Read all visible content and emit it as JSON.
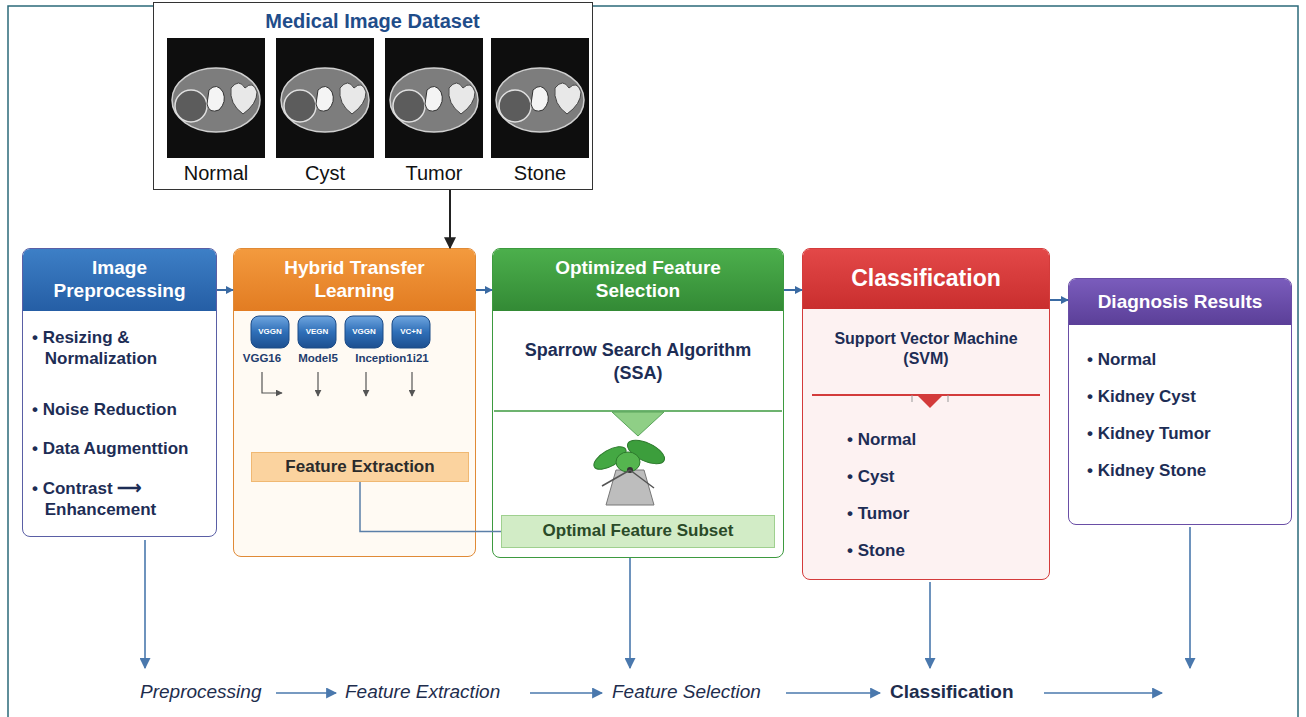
{
  "diagram": {
    "nodes": [
      {
        "text": [
          "Medical Image Dataset"
        ]
      },
      {
        "text": [
          "Image Preprocessing",
          "• Resizing & Normalization",
          "• Noise Reduction",
          "• Data Augmenttion",
          "• Contrast ⟶ Enhancement"
        ]
      },
      {
        "text": [
          "Hybrid Transfer Learning"
        ]
      },
      {
        "text": [
          "Feature Extraction"
        ],
        "in": 2
      },
      {
        "text": [
          "Optimized Feature Selection",
          "Sparrow Search Algorithm (SSA)"
        ]
      },
      {
        "text": [
          "Optimal Feature Subset"
        ],
        "in": 4
      },
      {
        "text": [
          "Classification",
          "Support Vector Machine (SVM)",
          "• Normal",
          "• Cyst",
          "• Tumor",
          "• Stone"
        ]
      },
      {
        "text": [
          "Diagnosis Results",
          "• Normal",
          "• Kidney Cyst",
          "• Kidney Tumor",
          "• Kidney Stone"
        ]
      }
    ],
    "edges": [
      {
        "from": 0,
        "to": 2,
        "arrow": "to"
      },
      {
        "from": 1,
        "to": 2,
        "arrow": "to"
      },
      {
        "from": 2,
        "to": 4,
        "arrow": "to"
      },
      {
        "from": 4,
        "to": 6,
        "arrow": "to"
      },
      {
        "from": 6,
        "to": 7,
        "arrow": "to"
      },
      {
        "from": 3,
        "to": 5,
        "arrow": "none"
      }
    ],
    "labels": [
      "Normal",
      "Cyst",
      "Tumor",
      "Stone",
      "VGGN",
      "VEGN",
      "VGGN",
      "VC+N",
      "VGG16",
      "Model5",
      "Inception1i21",
      "Preprocessing",
      "Feature Extraction",
      "Feature Selection",
      "Classification"
    ]
  }
}
